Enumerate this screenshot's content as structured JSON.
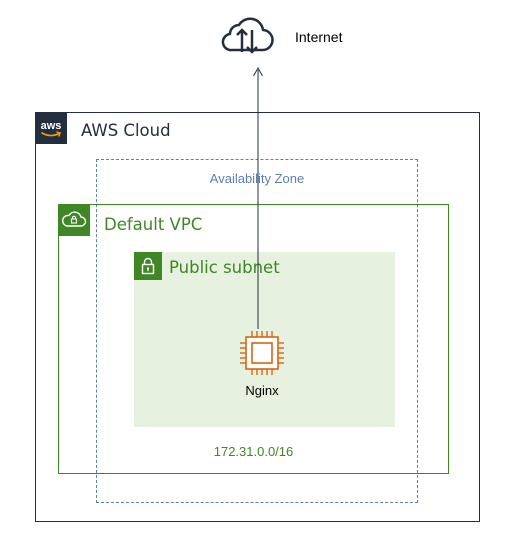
{
  "internet": {
    "label": "Internet",
    "icon": "cloud-upload-download-icon"
  },
  "aws_cloud": {
    "label": "AWS Cloud",
    "logo": "aws-logo",
    "border_color": "#232f3e"
  },
  "availability_zone": {
    "label": "Availability Zone",
    "border_color": "#5a7fb4"
  },
  "vpc": {
    "label": "Default VPC",
    "cidr": "172.31.0.0/16",
    "icon": "vpc-cloud-lock-icon",
    "color": "#3f8624"
  },
  "public_subnet": {
    "label": "Public subnet",
    "icon": "padlock-icon",
    "fill_color": "#e6f2df"
  },
  "instance": {
    "label": "Nginx",
    "icon": "ec2-chip-icon",
    "color": "#d86613"
  },
  "connector": {
    "from": "Nginx",
    "to": "Internet",
    "arrow": "open-arrowhead"
  }
}
